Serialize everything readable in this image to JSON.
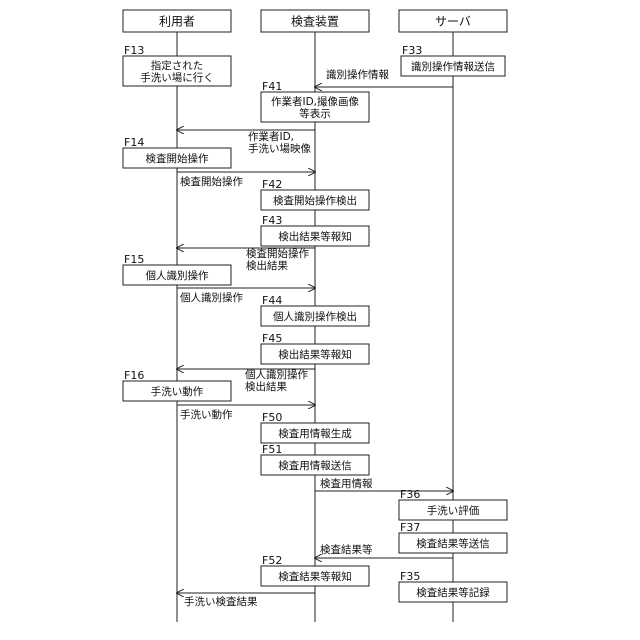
{
  "actors": [
    {
      "id": "user",
      "label": "利用者"
    },
    {
      "id": "inspect",
      "label": "検査装置"
    },
    {
      "id": "server",
      "label": "サーバ"
    }
  ],
  "steps": [
    {
      "id": "F13",
      "label": "F13",
      "text": [
        "指定された",
        "手洗い場に行く"
      ]
    },
    {
      "id": "F33",
      "label": "F33",
      "text": [
        "識別操作情報送信"
      ]
    },
    {
      "id": "F41",
      "label": "F41",
      "text": [
        "作業者ID,撮像画像",
        "等表示"
      ]
    },
    {
      "id": "F14",
      "label": "F14",
      "text": [
        "検査開始操作"
      ]
    },
    {
      "id": "F42",
      "label": "F42",
      "text": [
        "検査開始操作検出"
      ]
    },
    {
      "id": "F43",
      "label": "F43",
      "text": [
        "検出結果等報知"
      ]
    },
    {
      "id": "F15",
      "label": "F15",
      "text": [
        "個人識別操作"
      ]
    },
    {
      "id": "F44",
      "label": "F44",
      "text": [
        "個人識別操作検出"
      ]
    },
    {
      "id": "F45",
      "label": "F45",
      "text": [
        "検出結果等報知"
      ]
    },
    {
      "id": "F16",
      "label": "F16",
      "text": [
        "手洗い動作"
      ]
    },
    {
      "id": "F50",
      "label": "F50",
      "text": [
        "検査用情報生成"
      ]
    },
    {
      "id": "F51",
      "label": "F51",
      "text": [
        "検査用情報送信"
      ]
    },
    {
      "id": "F36",
      "label": "F36",
      "text": [
        "手洗い評価"
      ]
    },
    {
      "id": "F37",
      "label": "F37",
      "text": [
        "検査結果等送信"
      ]
    },
    {
      "id": "F52",
      "label": "F52",
      "text": [
        "検査結果等報知"
      ]
    },
    {
      "id": "F35",
      "label": "F35",
      "text": [
        "検査結果等記録"
      ]
    }
  ],
  "messages": [
    {
      "id": "m1",
      "from": "server",
      "to": "inspect",
      "text": [
        "識別操作情報"
      ]
    },
    {
      "id": "m2",
      "from": "inspect",
      "to": "user",
      "text": [
        "作業者ID,",
        "手洗い場映像"
      ]
    },
    {
      "id": "m3",
      "from": "user",
      "to": "inspect",
      "text": [
        "検査開始操作"
      ]
    },
    {
      "id": "m4",
      "from": "inspect",
      "to": "user",
      "text": [
        "検査開始操作",
        "検出結果"
      ]
    },
    {
      "id": "m5",
      "from": "user",
      "to": "inspect",
      "text": [
        "個人識別操作"
      ]
    },
    {
      "id": "m6",
      "from": "inspect",
      "to": "user",
      "text": [
        "個人識別操作",
        "検出結果"
      ]
    },
    {
      "id": "m7",
      "from": "user",
      "to": "inspect",
      "text": [
        "手洗い動作"
      ]
    },
    {
      "id": "m8",
      "from": "inspect",
      "to": "server",
      "text": [
        "検査用情報"
      ]
    },
    {
      "id": "m9",
      "from": "server",
      "to": "inspect",
      "text": [
        "検査結果等"
      ]
    },
    {
      "id": "m10",
      "from": "inspect",
      "to": "user",
      "text": [
        "手洗い検査結果"
      ]
    }
  ]
}
